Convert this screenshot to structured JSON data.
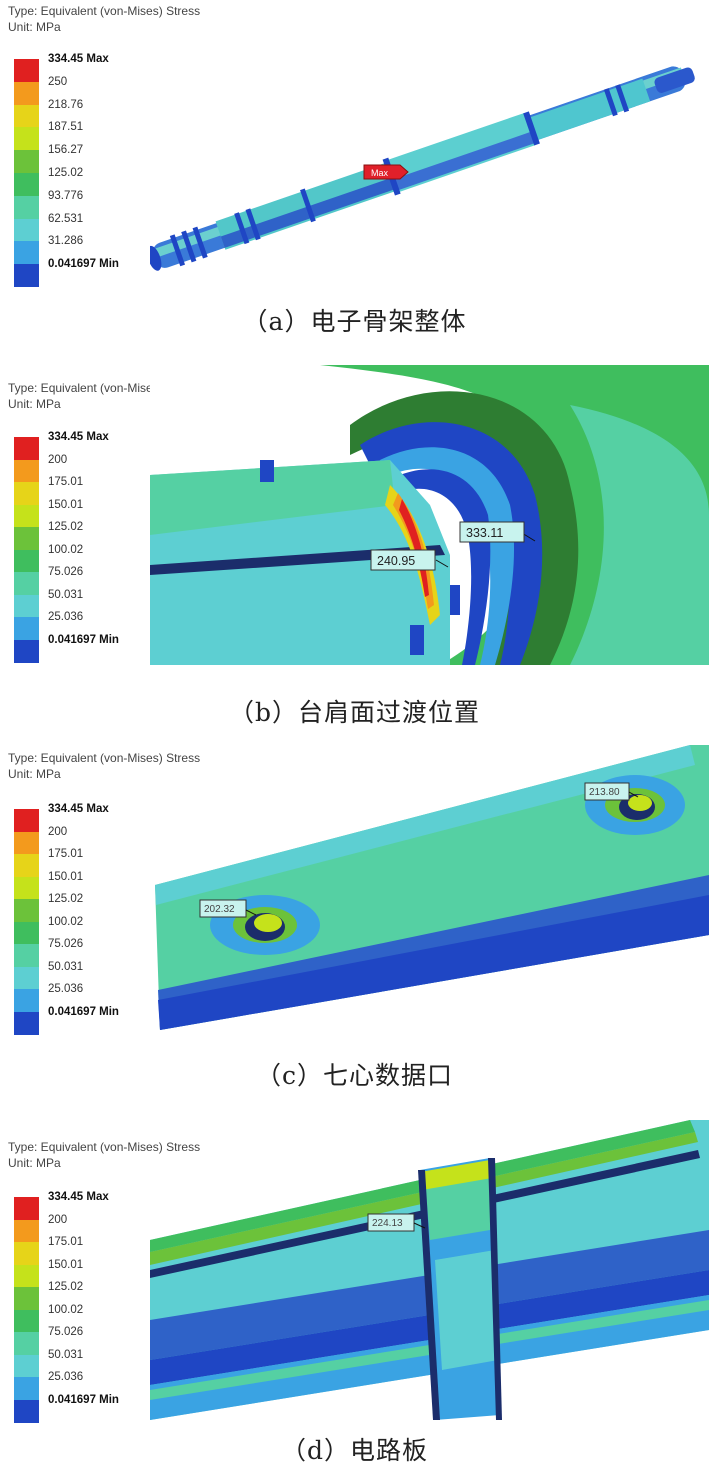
{
  "panels": [
    {
      "id": "a",
      "type_label": "Type: Equivalent (von-Mises) Stress",
      "unit_label": "Unit: MPa",
      "legend": [
        "334.45 Max",
        "250",
        "218.76",
        "187.51",
        "156.27",
        "125.02",
        "93.776",
        "62.531",
        "31.286",
        "0.041697 Min"
      ],
      "probes": [
        "Max"
      ],
      "caption": "（a）电子骨架整体"
    },
    {
      "id": "b",
      "type_label": "Type: Equivalent (von-Mises) Stress",
      "unit_label": "Unit: MPa",
      "legend": [
        "334.45 Max",
        "200",
        "175.01",
        "150.01",
        "125.02",
        "100.02",
        "75.026",
        "50.031",
        "25.036",
        "0.041697 Min"
      ],
      "probes": [
        "240.95",
        "333.11"
      ],
      "caption": "（b）台肩面过渡位置"
    },
    {
      "id": "c",
      "type_label": "Type: Equivalent (von-Mises) Stress",
      "unit_label": "Unit: MPa",
      "legend": [
        "334.45 Max",
        "200",
        "175.01",
        "150.01",
        "125.02",
        "100.02",
        "75.026",
        "50.031",
        "25.036",
        "0.041697 Min"
      ],
      "probes": [
        "202.32",
        "213.80"
      ],
      "caption": "（c）七心数据口"
    },
    {
      "id": "d",
      "type_label": "Type: Equivalent (von-Mises) Stress",
      "unit_label": "Unit: MPa",
      "legend": [
        "334.45 Max",
        "200",
        "175.01",
        "150.01",
        "125.02",
        "100.02",
        "75.026",
        "50.031",
        "25.036",
        "0.041697 Min"
      ],
      "probes": [
        "224.13"
      ],
      "caption": "（d）电路板"
    }
  ],
  "colors": {
    "scale": [
      "#e02020",
      "#f39a1d",
      "#e6d419",
      "#c5e21b",
      "#6cc23a",
      "#3fbe5e",
      "#55d0a3",
      "#5dcfd2",
      "#3aa3e3",
      "#1f46c4"
    ],
    "max_probe": "#e0202a",
    "probe_bg": "#c8f3ee"
  }
}
